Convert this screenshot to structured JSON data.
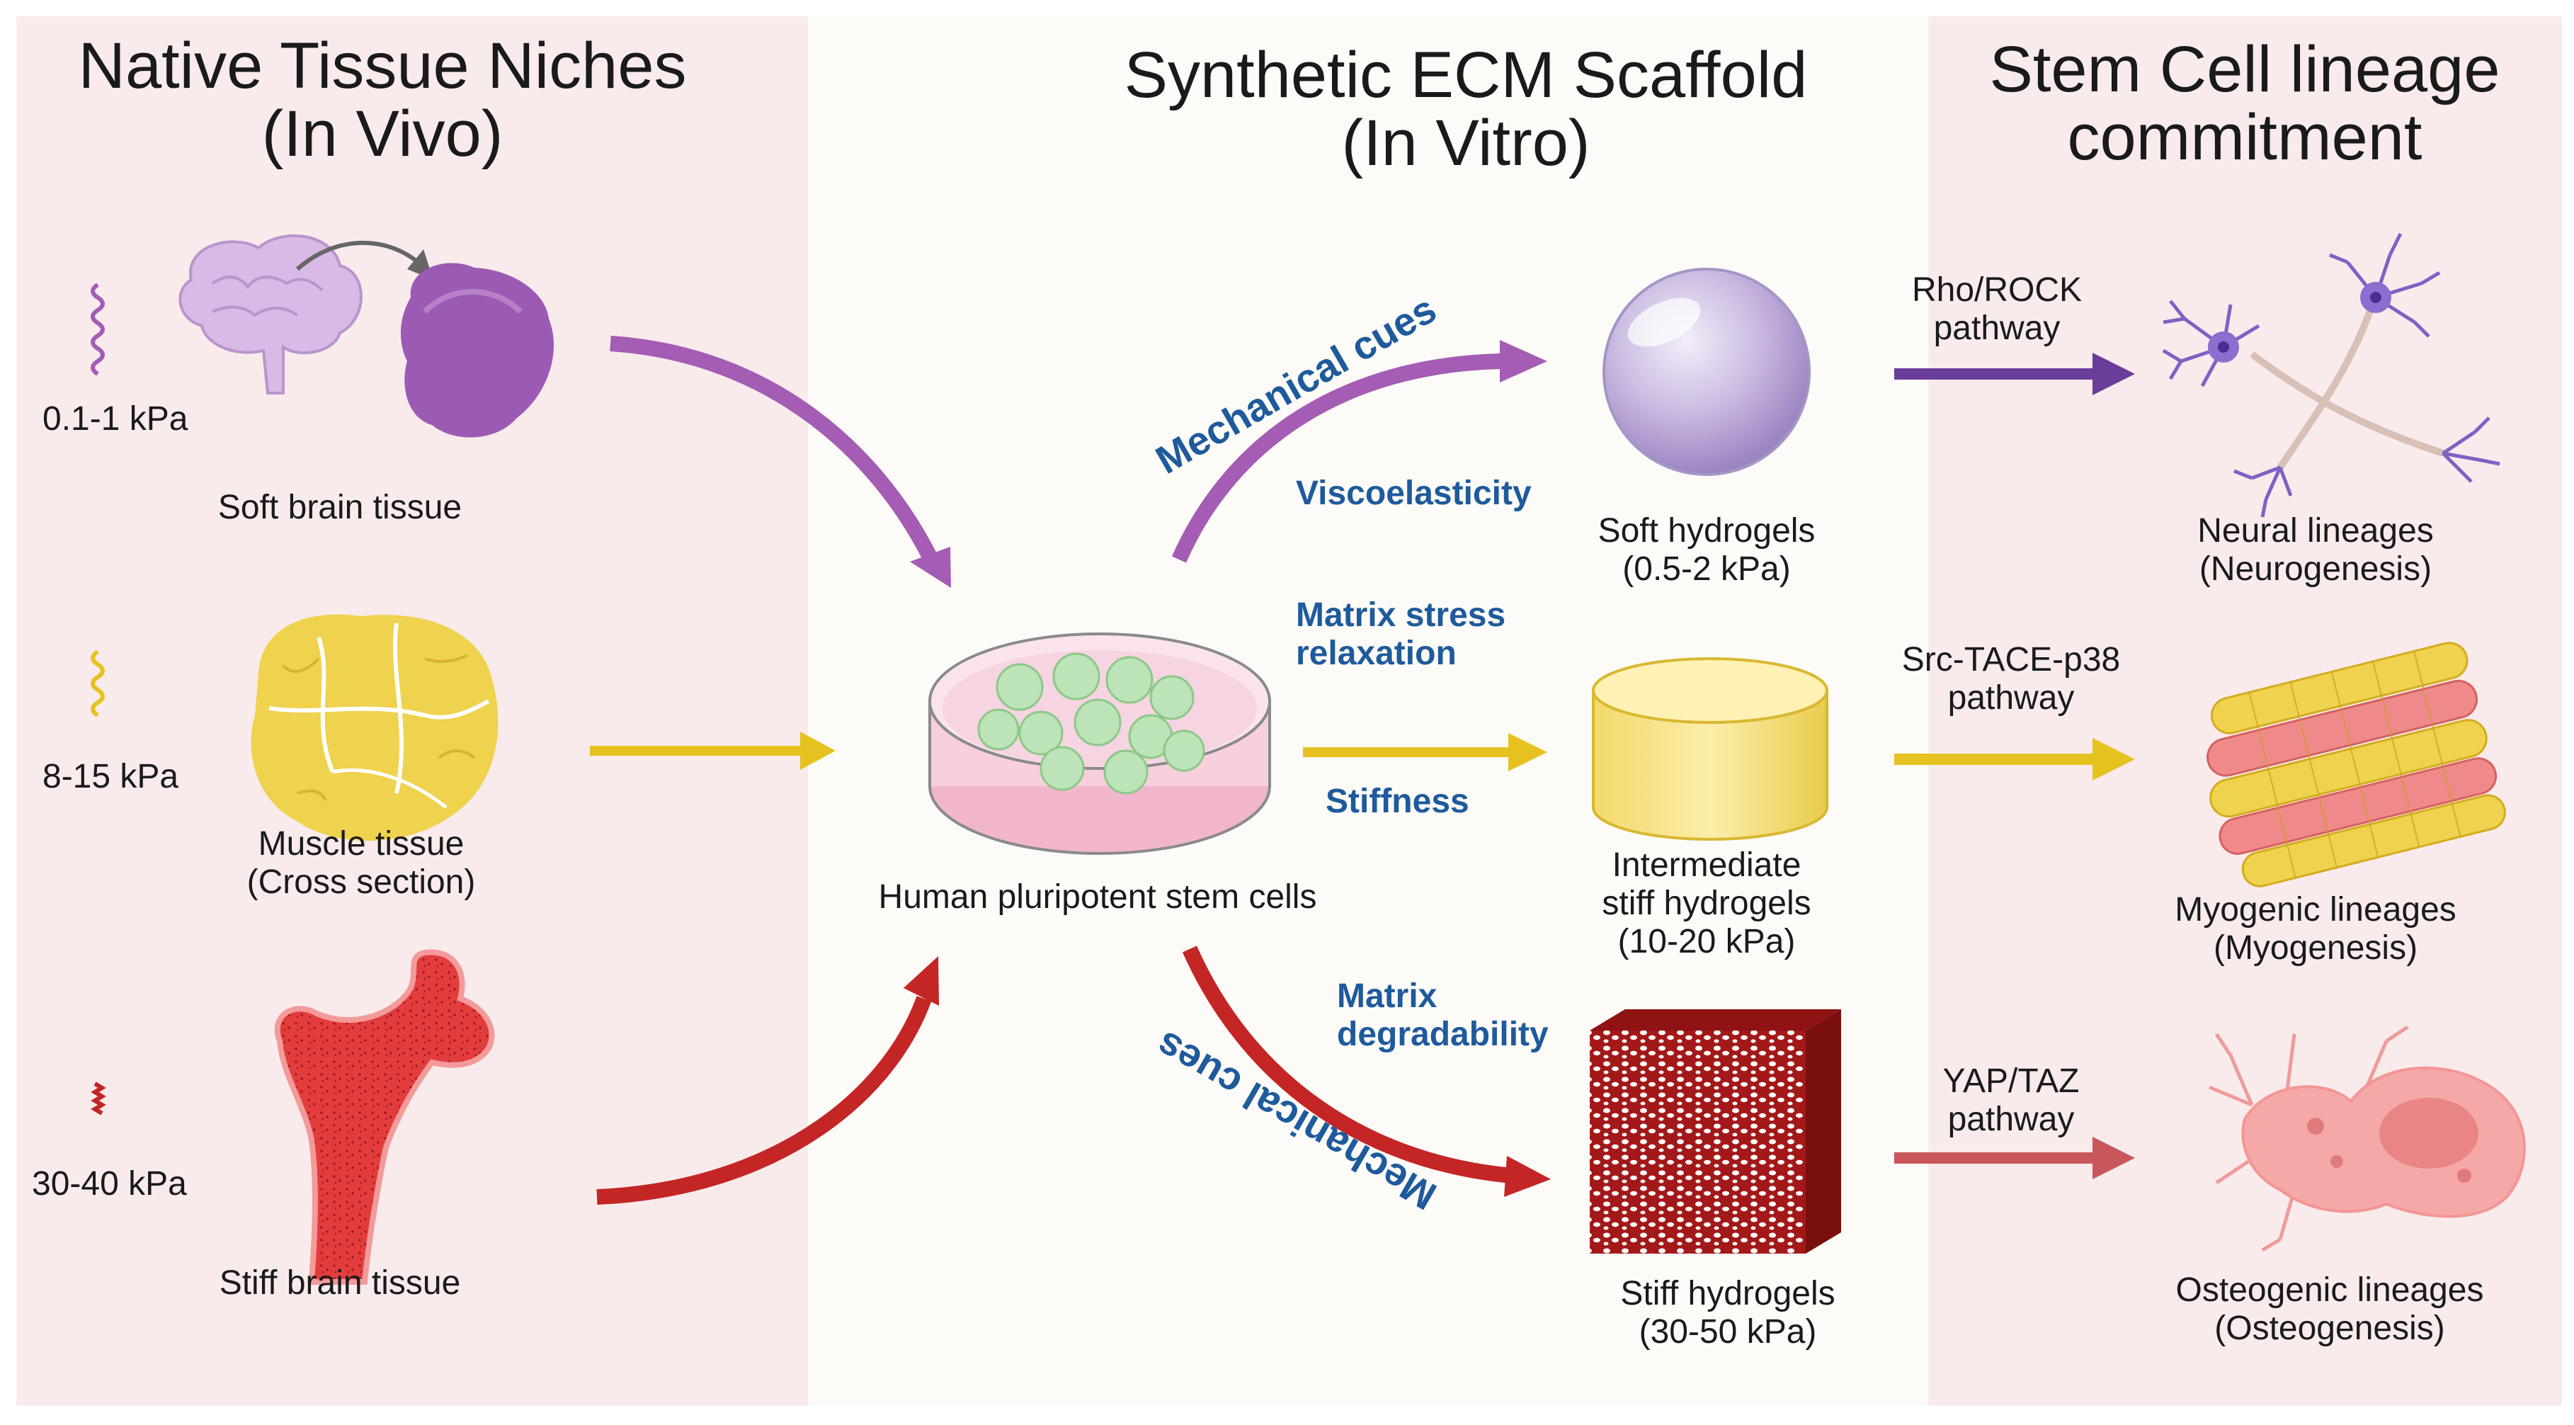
{
  "columns": {
    "native": {
      "title_line1": "Native Tissue Niches",
      "title_line2": "(In Vivo)"
    },
    "synthetic": {
      "title_line1": "Synthetic ECM Scaffold",
      "title_line2": "(In Vitro)"
    },
    "lineage": {
      "title_line1": "Stem Cell lineage",
      "title_line2": "commitment"
    }
  },
  "tissues": [
    {
      "stiffness": "0.1-1 kPa",
      "label_line1": "Soft brain tissue",
      "label_line2": "",
      "color": "#a45cb4"
    },
    {
      "stiffness": "8-15 kPa",
      "label_line1": "Muscle tissue",
      "label_line2": "(Cross section)",
      "color": "#e6c220"
    },
    {
      "stiffness": "30-40 kPa",
      "label_line1": "Stiff brain tissue",
      "label_line2": "",
      "color": "#c42525"
    }
  ],
  "center": {
    "label": "Human pluripotent stem cells"
  },
  "cues": {
    "mechanical_top": "Mechanical cues",
    "mechanical_bottom": "Mechanical cues",
    "viscoelasticity": "Viscoelasticity",
    "stress_line1": "Matrix stress",
    "stress_line2": "relaxation",
    "stiffness": "Stiffness",
    "degr_line1": "Matrix",
    "degr_line2": "degradability"
  },
  "hydrogels": [
    {
      "line1": "Soft hydrogels",
      "line2": "(0.5-2 kPa)",
      "line3": ""
    },
    {
      "line1": "Intermediate",
      "line2": "stiff hydrogels",
      "line3": "(10-20 kPa)"
    },
    {
      "line1": "Stiff hydrogels",
      "line2": "(30-50 kPa)",
      "line3": ""
    }
  ],
  "pathways": [
    {
      "line1": "Rho/ROCK",
      "line2": "pathway",
      "color": "#6a3d9a"
    },
    {
      "line1": "Src-TACE-p38",
      "line2": "pathway",
      "color": "#e6c220"
    },
    {
      "line1": "YAP/TAZ",
      "line2": "pathway",
      "color": "#c8565a"
    }
  ],
  "lineages": [
    {
      "line1": "Neural lineages",
      "line2": "(Neurogenesis)"
    },
    {
      "line1": "Myogenic lineages",
      "line2": "(Myogenesis)"
    },
    {
      "line1": "Osteogenic lineages",
      "line2": "(Osteogenesis)"
    }
  ],
  "colors": {
    "panel_pink": "#f9ebeb",
    "panel_mid": "#fdfbf8",
    "purple": "#a45cb4",
    "yellow": "#e6c220",
    "red": "#c42525",
    "cue_blue": "#1e5a9c"
  }
}
